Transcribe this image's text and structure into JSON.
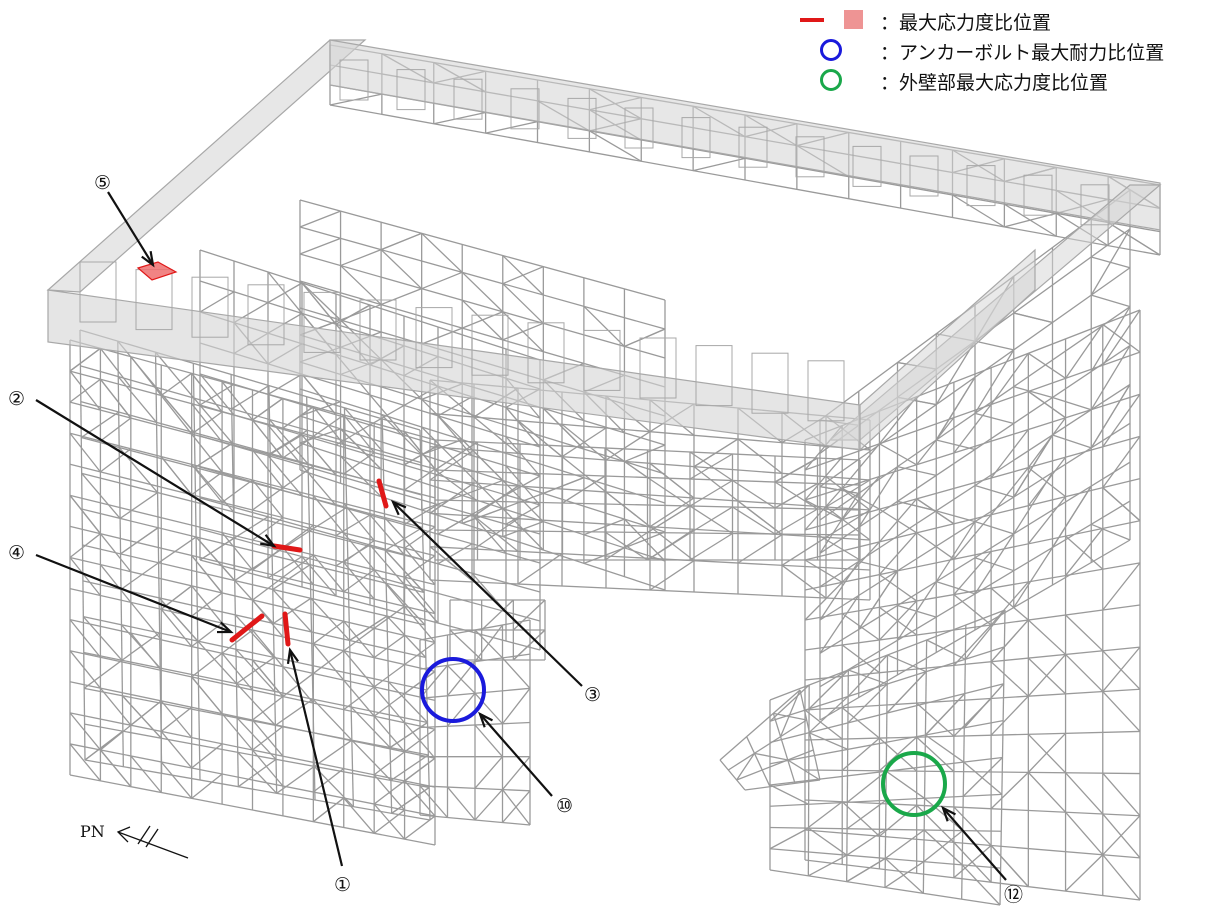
{
  "legend": {
    "stress_ratio": {
      "label": "：最大応力度比位置",
      "line_color": "#e01818",
      "fill_color": "#ee9494"
    },
    "anchor_bolt": {
      "label": "：アンカーボルト最大耐力比位置",
      "color": "#1a1adc"
    },
    "outer_wall": {
      "label": "：外壁部最大応力度比位置",
      "color": "#1aa84a"
    }
  },
  "callouts": {
    "c1": "①",
    "c2": "②",
    "c3": "③",
    "c4": "④",
    "c5": "⑤",
    "c10": "⑩",
    "c12": "⑫"
  },
  "north_mark": "PN",
  "colors": {
    "frame": "#9a9a9a",
    "slab_fill": "#d4d4d4",
    "slab_edge": "#a8a8a8",
    "marker": "#e01818"
  }
}
